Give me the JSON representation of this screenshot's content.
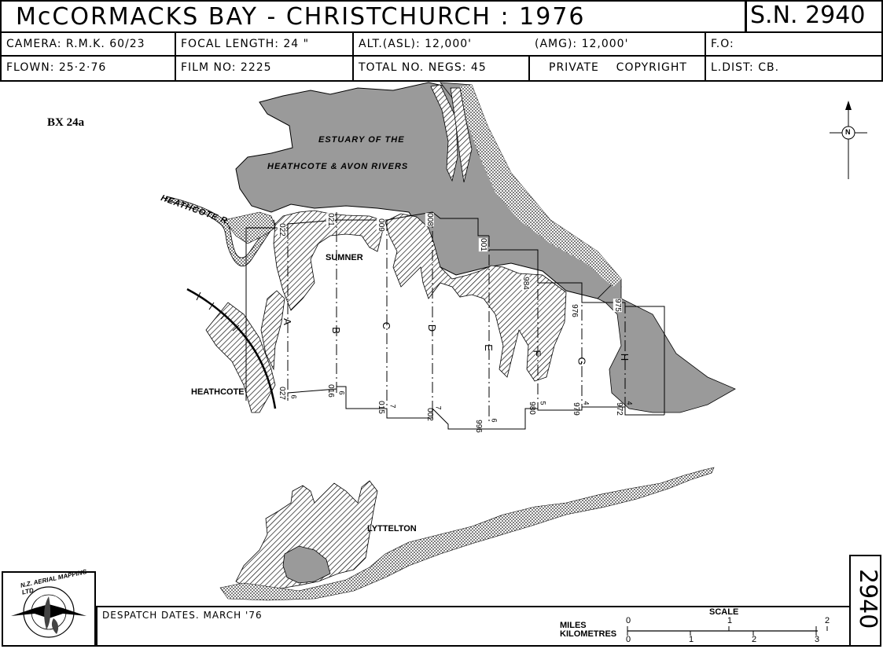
{
  "header": {
    "title": "McCORMACKS BAY - CHRISTCHURCH : 1976",
    "survey_number": "S.N. 2940",
    "row1": {
      "camera": "CAMERA: R.M.K. 60/23",
      "focal_length": "FOCAL LENGTH: 24 \"",
      "alt_asl": "ALT.(ASL): 12,000'",
      "amg": "(AMG): 12,000'",
      "fo": "F.O:"
    },
    "row2": {
      "flown": "FLOWN: 25·2·76",
      "film_no": "FILM NO: 2225",
      "total_negs": "TOTAL NO. NEGS: 45",
      "copyright": "PRIVATE    COPYRIGHT",
      "l_dist": "L.DIST: CB."
    }
  },
  "map": {
    "sheet_code": "BX 24a",
    "labels": {
      "estuary_line1": "ESTUARY OF THE",
      "estuary_line2": "HEATHCOTE & AVON RIVERS",
      "heathcote_river": "HEATHCOTE R.",
      "sumner": "SUMNER",
      "heathcote": "HEATHCOTE",
      "lyttelton": "LYTTELTON"
    },
    "run_letters": [
      "A",
      "B",
      "C",
      "D",
      "E",
      "F",
      "G",
      "H"
    ],
    "top_frames": [
      "022",
      "021",
      "009",
      "008",
      "001",
      "984",
      "976",
      "975"
    ],
    "bottom_frames": [
      "027",
      "016",
      "015",
      "002",
      "996",
      "980",
      "979",
      "972"
    ],
    "bottom_counts": [
      "6",
      "6",
      "7",
      "7",
      "6",
      "5",
      "4",
      "4"
    ],
    "north_symbol": "N"
  },
  "footer": {
    "despatch": "DESPATCH DATES. MARCH '76",
    "logo_text": "N.Z. AERIAL MAPPING LTD.",
    "side_number": "2940",
    "scale": {
      "title": "SCALE",
      "miles_label": "MILES",
      "km_label": "KILOMETRES",
      "miles_ticks": [
        "0",
        "1",
        "2"
      ],
      "km_ticks": [
        "0",
        "1",
        "2",
        "3"
      ]
    }
  }
}
